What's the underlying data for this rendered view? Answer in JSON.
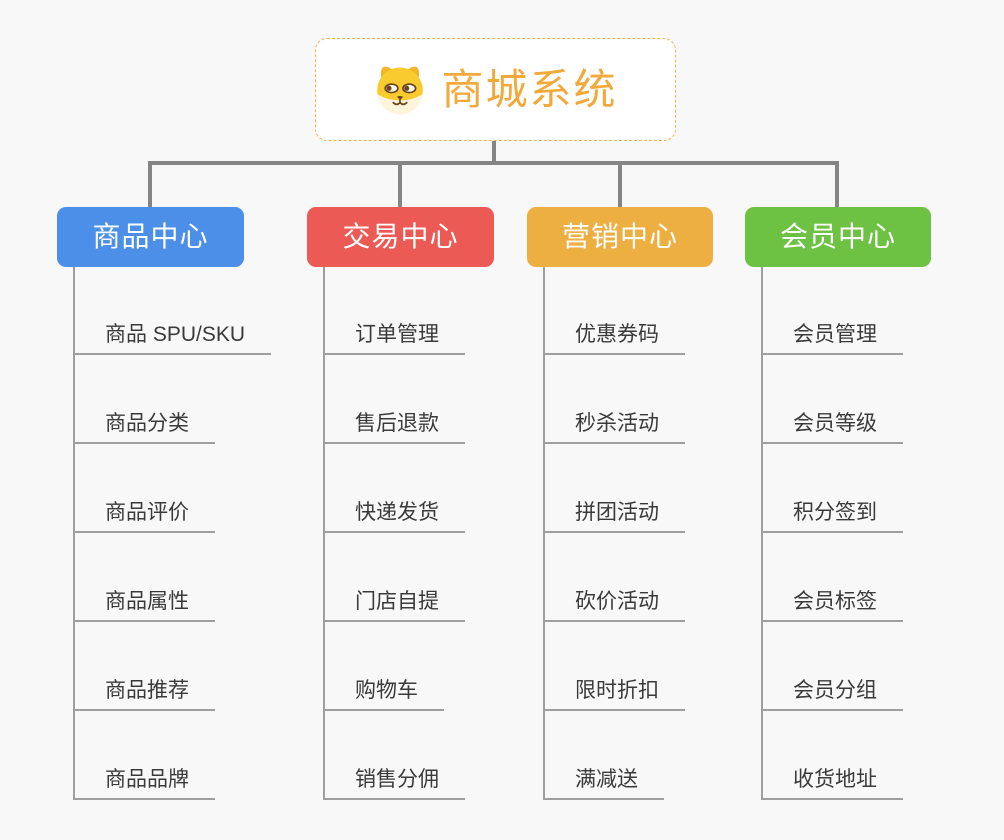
{
  "theme": {
    "page_bg": "#f8f8f8",
    "connector_color": "#858585",
    "line_color": "#9e9e9e",
    "item_text_color": "#3a3a3a",
    "root_text_color": "#f2a93c",
    "root_border_color": "#f3b157",
    "root_bg": "#ffffff"
  },
  "root": {
    "title": "商城系统",
    "icon": "dog-face-icon"
  },
  "branches": [
    {
      "label": "商品中心",
      "color": "#4b8fe8",
      "items": [
        "商品 SPU/SKU",
        "商品分类",
        "商品评价",
        "商品属性",
        "商品推荐",
        "商品品牌"
      ]
    },
    {
      "label": "交易中心",
      "color": "#ec5a55",
      "items": [
        "订单管理",
        "售后退款",
        "快递发货",
        "门店自提",
        "购物车",
        "销售分佣"
      ]
    },
    {
      "label": "营销中心",
      "color": "#eeaf42",
      "items": [
        "优惠券码",
        "秒杀活动",
        "拼团活动",
        "砍价活动",
        "限时折扣",
        "满减送"
      ]
    },
    {
      "label": "会员中心",
      "color": "#6dc243",
      "items": [
        "会员管理",
        "会员等级",
        "积分签到",
        "会员标签",
        "会员分组",
        "收货地址"
      ]
    }
  ]
}
